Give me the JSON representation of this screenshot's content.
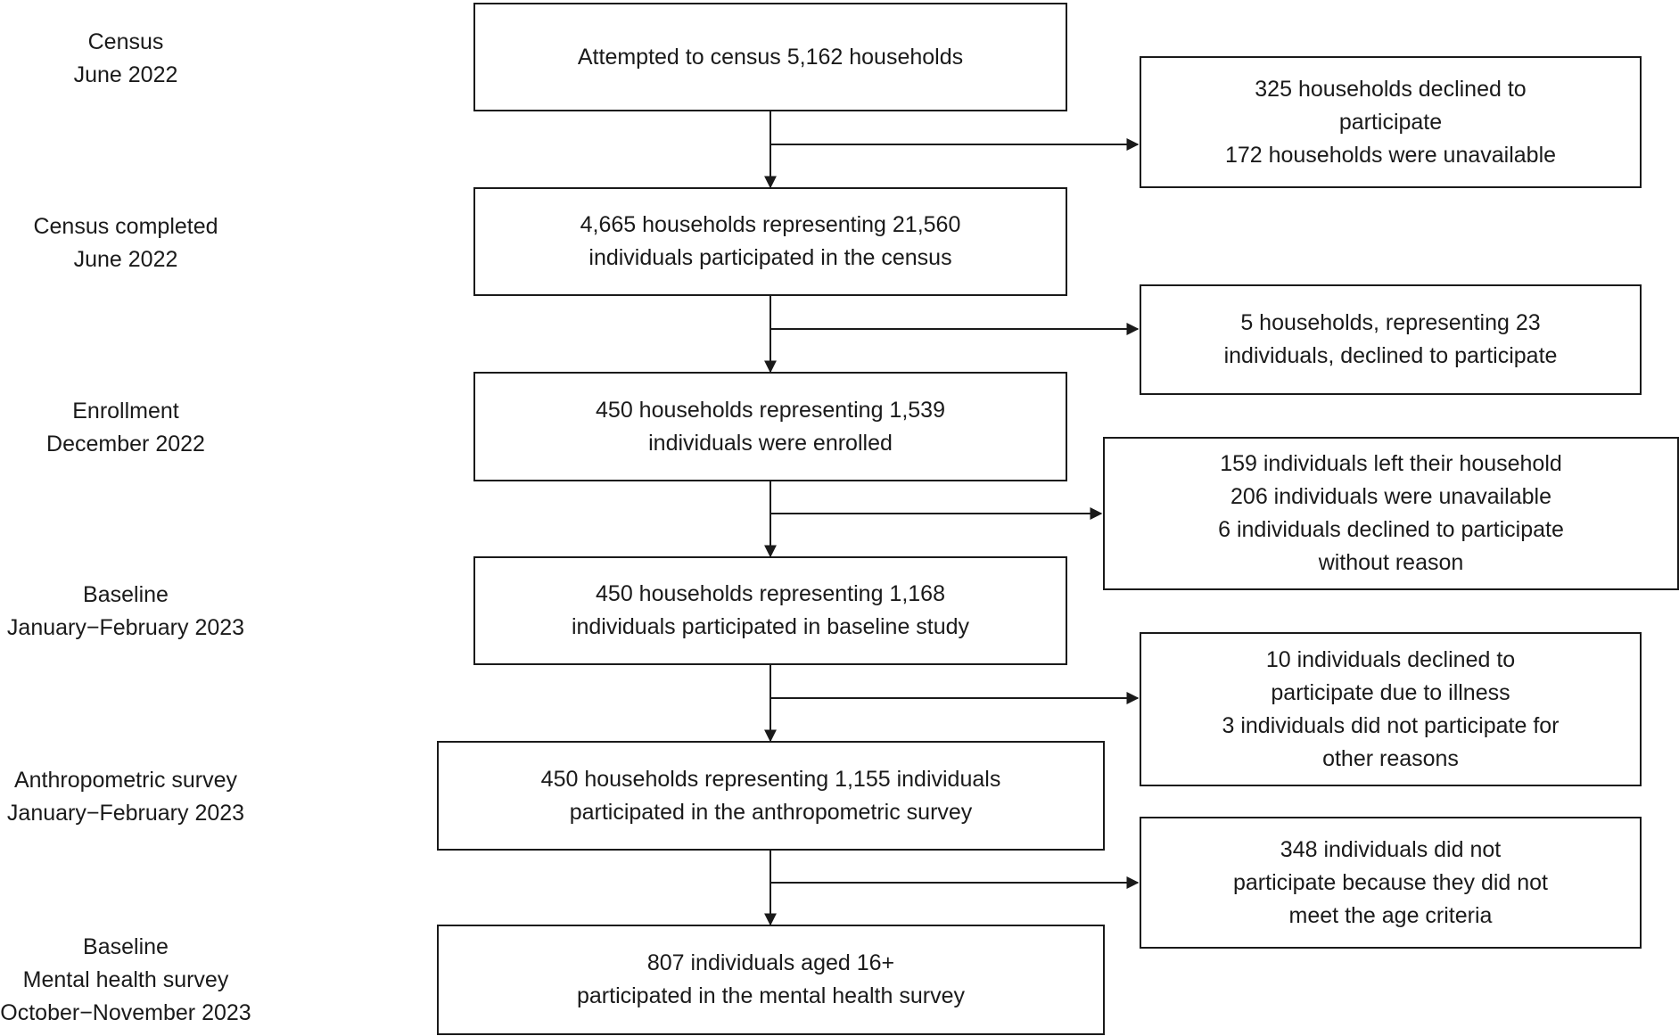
{
  "stages": [
    {
      "lines": [
        "Census",
        "June 2022"
      ]
    },
    {
      "lines": [
        "Census completed",
        "June 2022"
      ]
    },
    {
      "lines": [
        "Enrollment",
        "December 2022"
      ]
    },
    {
      "lines": [
        "Baseline",
        "January−February 2023"
      ]
    },
    {
      "lines": [
        "Anthropometric survey",
        "January−February 2023"
      ]
    },
    {
      "lines": [
        "Baseline",
        "Mental health survey",
        "October−November 2023"
      ]
    }
  ],
  "main_boxes": [
    {
      "lines": [
        "Attempted to census 5,162 households"
      ]
    },
    {
      "lines": [
        "4,665 households representing 21,560",
        "individuals participated in the census"
      ]
    },
    {
      "lines": [
        "450 households representing 1,539",
        "individuals were enrolled"
      ]
    },
    {
      "lines": [
        "450 households representing 1,168",
        "individuals participated in baseline study"
      ]
    },
    {
      "lines": [
        "450 households representing 1,155 individuals",
        "participated in the anthropometric survey"
      ]
    },
    {
      "lines": [
        "807 individuals aged 16+",
        "participated in the mental health survey"
      ]
    }
  ],
  "exclusion_boxes": [
    {
      "lines": [
        "325 households declined to",
        "participate",
        "172 households were unavailable"
      ]
    },
    {
      "lines": [
        "5 households, representing 23",
        "individuals, declined to participate"
      ]
    },
    {
      "lines": [
        "159 individuals left their household",
        "206 individuals were unavailable",
        "6 individuals declined to participate",
        "without reason"
      ]
    },
    {
      "lines": [
        "10 individuals declined to",
        "participate due to illness",
        "3 individuals did not participate for",
        "other reasons"
      ]
    },
    {
      "lines": [
        "348 individuals did not",
        "participate because they did not",
        "meet the age criteria"
      ]
    }
  ]
}
